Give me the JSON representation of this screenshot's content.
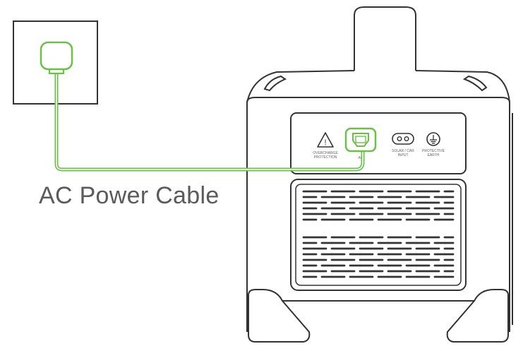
{
  "caption": "AC Power Cable",
  "panel": {
    "overcharge_label_1": "OVERCHARGE",
    "overcharge_label_2": "PROTECTION",
    "solar_label_1": "SOLAR / CAR",
    "solar_label_2": "INPUT",
    "earth_label_1": "PROTECTIVE",
    "earth_label_2": "EARTH",
    "ac_label": "AC",
    "warning_glyph": "!"
  },
  "colors": {
    "cable": "#6cc04a",
    "outline": "#333333",
    "label": "#5a5a5a"
  },
  "icons": [
    "wall-socket-icon",
    "plug-icon",
    "warning-triangle-icon",
    "ac-inlet-icon",
    "dc-input-icon",
    "earth-ground-icon",
    "vent-grille-icon"
  ]
}
